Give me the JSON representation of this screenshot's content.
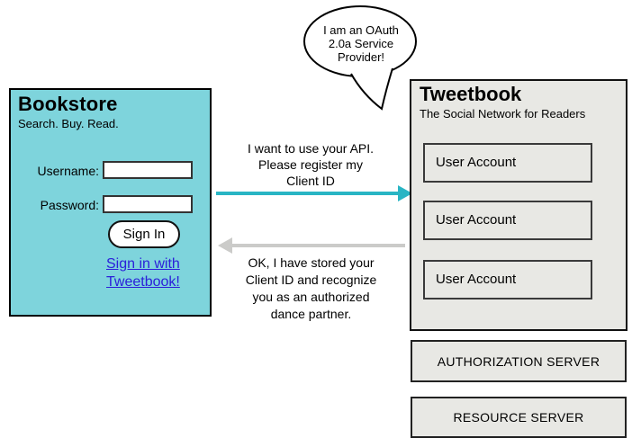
{
  "colors": {
    "bookstore_fill": "#7ED4DC",
    "panel_fill": "#E8E8E4",
    "request_arrow": "#29B5C4",
    "response_arrow": "#CBCBC9",
    "link_blue": "#2B20D9"
  },
  "speech_bubble": {
    "lines": [
      "I am an OAuth",
      "2.0a Service",
      "Provider!"
    ]
  },
  "bookstore": {
    "title": "Bookstore",
    "tagline": "Search. Buy. Read.",
    "username_label": "Username:",
    "username_value": "",
    "password_label": "Password:",
    "password_value": "",
    "sign_in_button": "Sign In",
    "oauth_link_line1": "Sign in with",
    "oauth_link_line2": "Tweetbook!"
  },
  "request_message": {
    "lines": [
      "I want to use your API.",
      "Please register my",
      "Client ID"
    ]
  },
  "response_message": {
    "lines": [
      "OK, I have stored your",
      "Client ID and recognize",
      "you as an authorized",
      "dance partner."
    ]
  },
  "tweetbook": {
    "title": "Tweetbook",
    "subtitle": "The Social Network for Readers",
    "user_accounts": [
      "User Account",
      "User Account",
      "User Account"
    ]
  },
  "servers": {
    "authorization": "AUTHORIZATION SERVER",
    "resource": "RESOURCE SERVER"
  }
}
